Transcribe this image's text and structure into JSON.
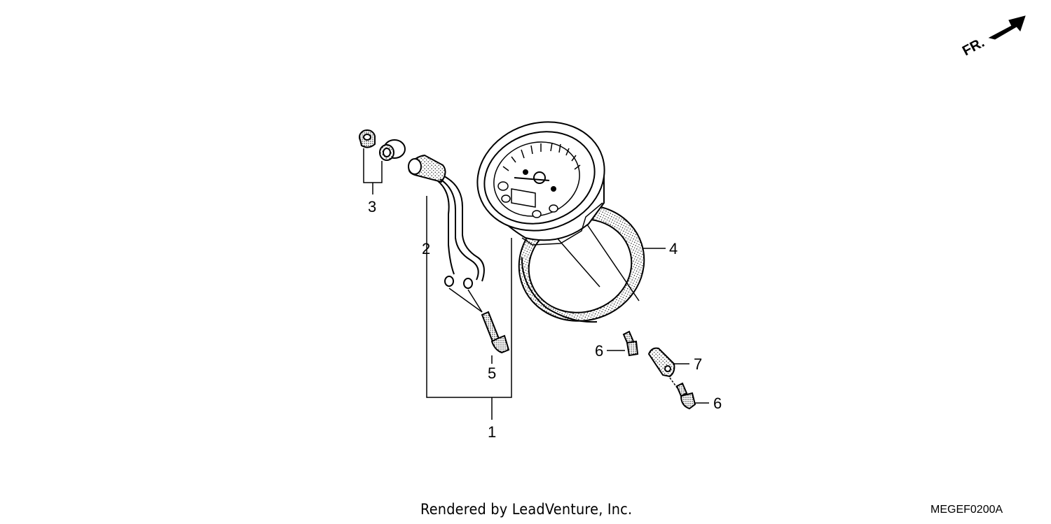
{
  "diagram": {
    "callouts": [
      "1",
      "2",
      "3",
      "4",
      "5",
      "6",
      "6",
      "7"
    ],
    "direction_label": "FR."
  },
  "footer": {
    "credit": "Rendered by LeadVenture, Inc.",
    "code": "MEGEF0200A"
  },
  "colors": {
    "line": "#000000",
    "background": "#ffffff"
  },
  "icons": [
    "front-direction-arrow-icon"
  ]
}
